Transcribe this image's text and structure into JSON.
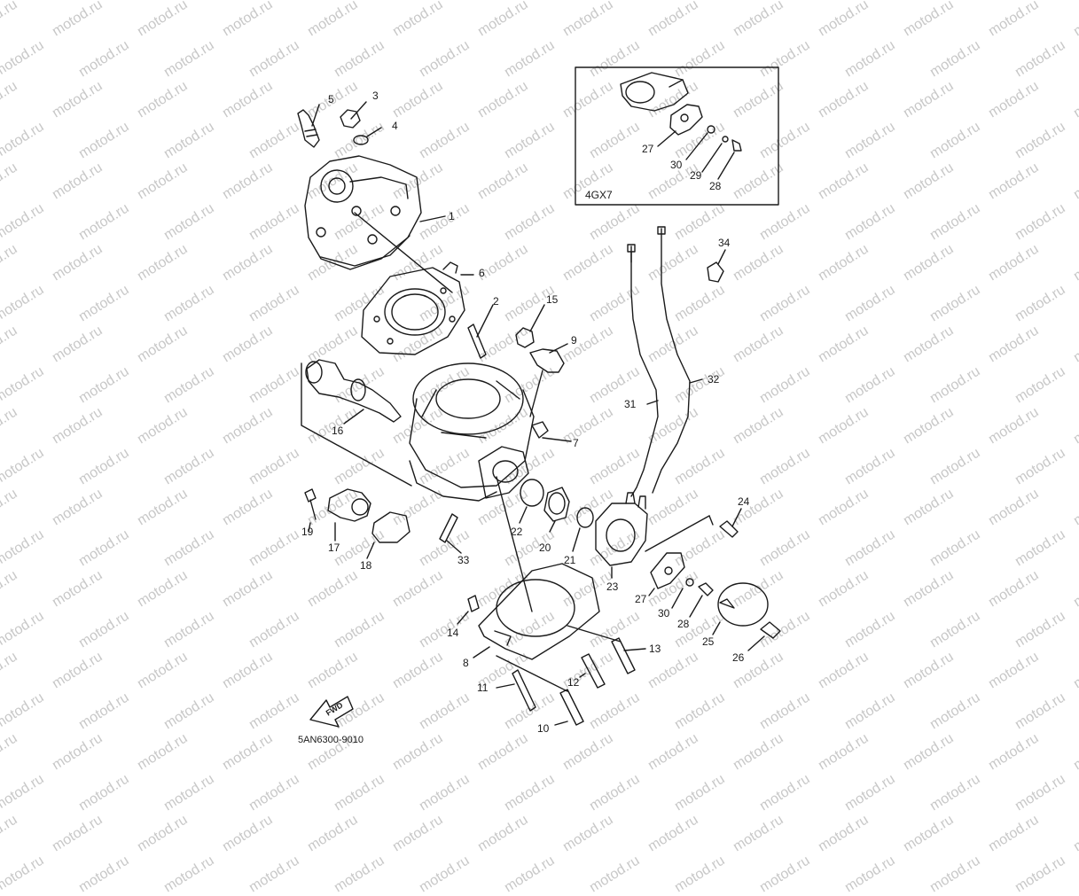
{
  "watermark": {
    "text": "motod.ru",
    "color": "#c8c8c8"
  },
  "diagram": {
    "code": "5AN6300-9010",
    "inset_label": "4GX7",
    "fwd_label": "FWD",
    "stroke_color": "#1a1a1a",
    "parts": [
      {
        "id": "p1",
        "label": "1"
      },
      {
        "id": "p2",
        "label": "2"
      },
      {
        "id": "p3",
        "label": "3"
      },
      {
        "id": "p4",
        "label": "4"
      },
      {
        "id": "p5",
        "label": "5"
      },
      {
        "id": "p6",
        "label": "6"
      },
      {
        "id": "p7",
        "label": "7"
      },
      {
        "id": "p8",
        "label": "8"
      },
      {
        "id": "p9",
        "label": "9"
      },
      {
        "id": "p10",
        "label": "10"
      },
      {
        "id": "p11",
        "label": "11"
      },
      {
        "id": "p12",
        "label": "12"
      },
      {
        "id": "p13",
        "label": "13"
      },
      {
        "id": "p14",
        "label": "14"
      },
      {
        "id": "p15",
        "label": "15"
      },
      {
        "id": "p16",
        "label": "16"
      },
      {
        "id": "p17",
        "label": "17"
      },
      {
        "id": "p18",
        "label": "18"
      },
      {
        "id": "p19",
        "label": "19"
      },
      {
        "id": "p20",
        "label": "20"
      },
      {
        "id": "p21",
        "label": "21"
      },
      {
        "id": "p22",
        "label": "22"
      },
      {
        "id": "p23",
        "label": "23"
      },
      {
        "id": "p24",
        "label": "24"
      },
      {
        "id": "p25",
        "label": "25"
      },
      {
        "id": "p26",
        "label": "26"
      },
      {
        "id": "p27a",
        "label": "27"
      },
      {
        "id": "p27b",
        "label": "27"
      },
      {
        "id": "p28a",
        "label": "28"
      },
      {
        "id": "p28b",
        "label": "28"
      },
      {
        "id": "p29",
        "label": "29"
      },
      {
        "id": "p30a",
        "label": "30"
      },
      {
        "id": "p30b",
        "label": "30"
      },
      {
        "id": "p31",
        "label": "31"
      },
      {
        "id": "p32",
        "label": "32"
      },
      {
        "id": "p33",
        "label": "33"
      },
      {
        "id": "p34",
        "label": "34"
      }
    ]
  }
}
